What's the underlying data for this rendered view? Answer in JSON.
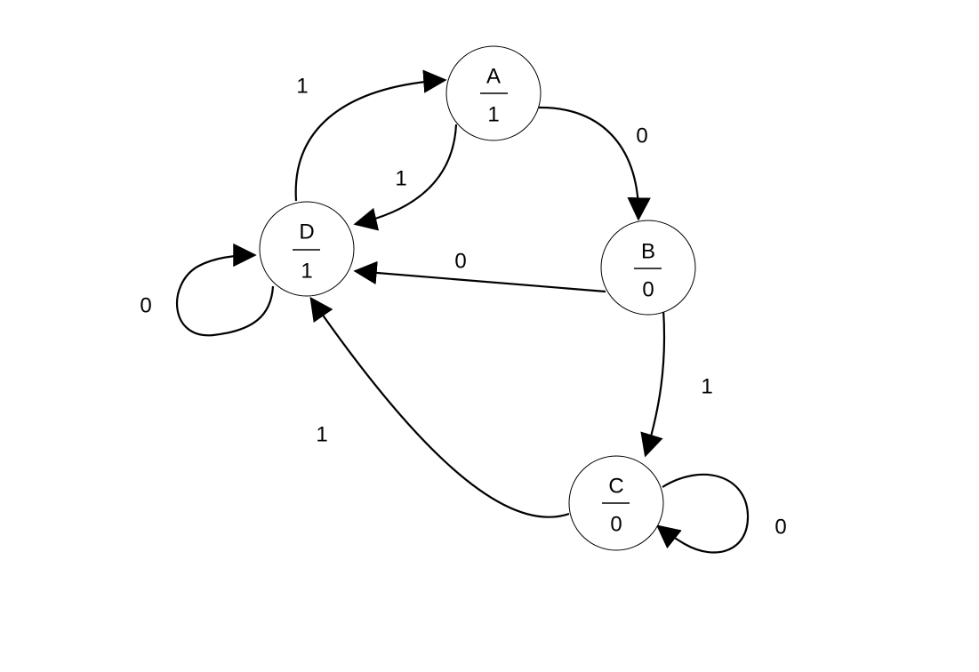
{
  "diagram": {
    "type": "state-machine",
    "states": [
      {
        "id": "A",
        "name": "A",
        "output": "1"
      },
      {
        "id": "B",
        "name": "B",
        "output": "0"
      },
      {
        "id": "C",
        "name": "C",
        "output": "0"
      },
      {
        "id": "D",
        "name": "D",
        "output": "1"
      }
    ],
    "transitions": [
      {
        "id": "A-B",
        "from": "A",
        "to": "B",
        "input": "0"
      },
      {
        "id": "A-D",
        "from": "A",
        "to": "D",
        "input": "1"
      },
      {
        "id": "D-A",
        "from": "D",
        "to": "A",
        "input": "1"
      },
      {
        "id": "D-D",
        "from": "D",
        "to": "D",
        "input": "0"
      },
      {
        "id": "B-D",
        "from": "B",
        "to": "D",
        "input": "0"
      },
      {
        "id": "B-C",
        "from": "B",
        "to": "C",
        "input": "1"
      },
      {
        "id": "C-D",
        "from": "C",
        "to": "D",
        "input": "1"
      },
      {
        "id": "C-C",
        "from": "C",
        "to": "C",
        "input": "0"
      }
    ]
  }
}
